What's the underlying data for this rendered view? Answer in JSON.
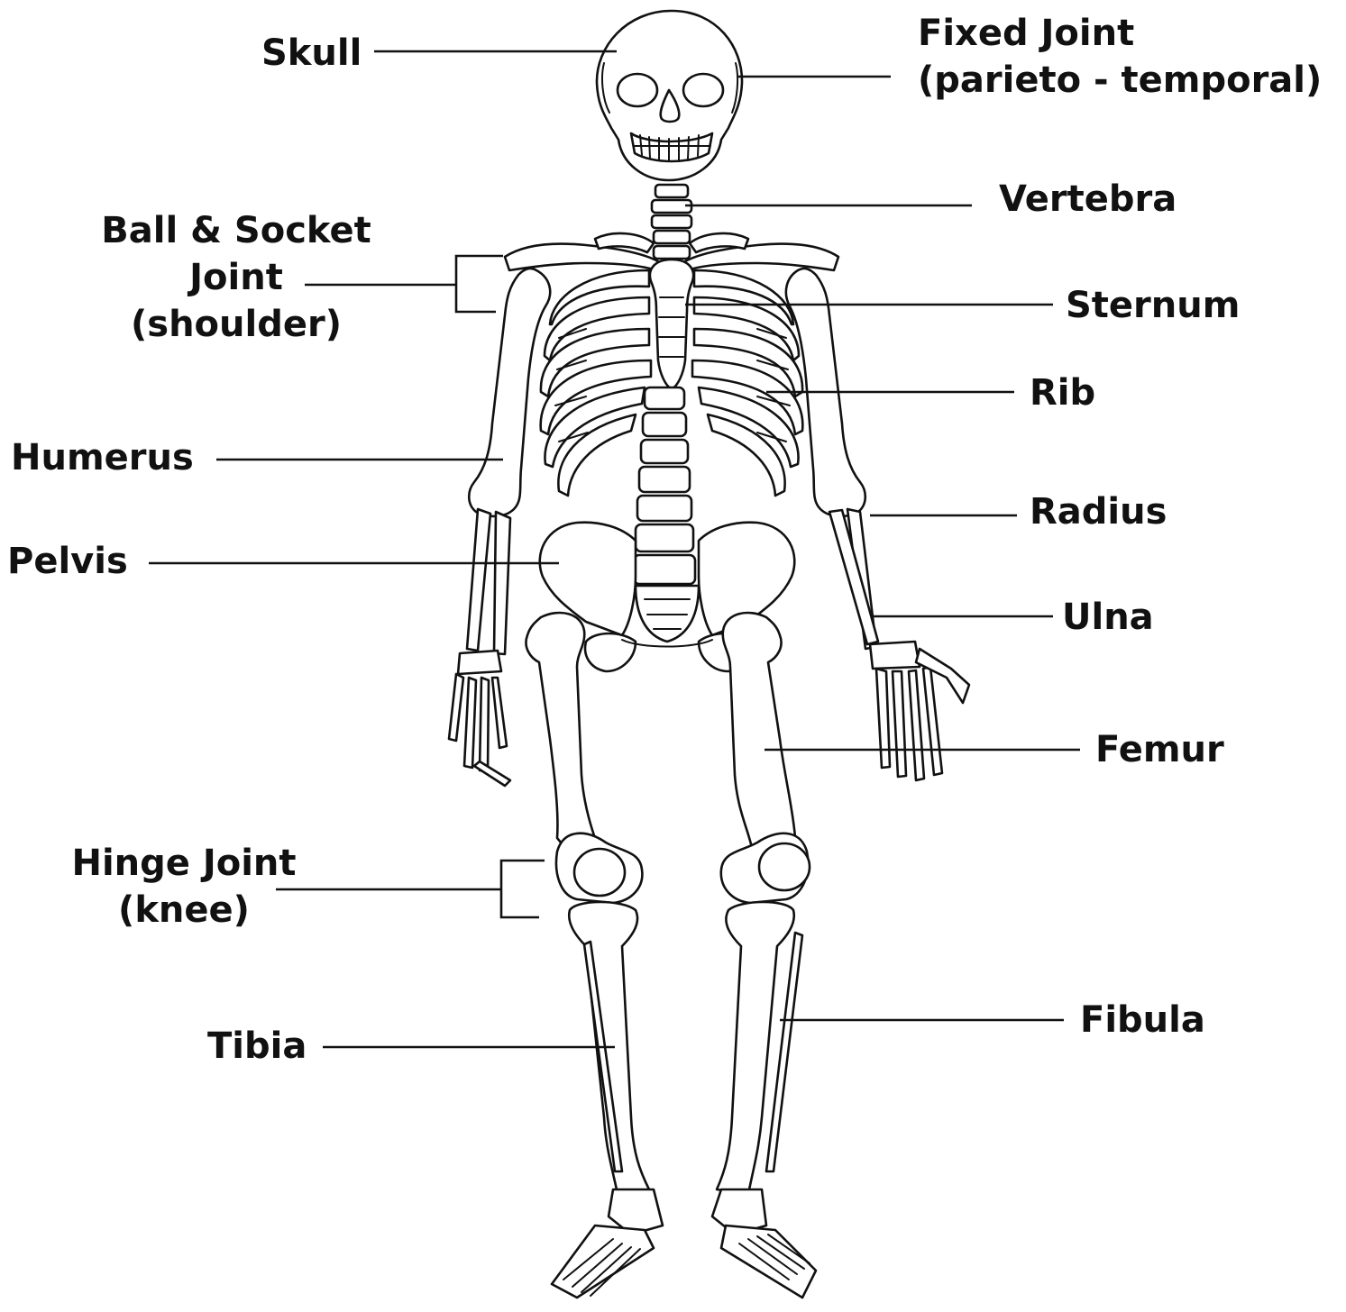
{
  "labels": {
    "skull": "Skull",
    "fixed_joint": [
      "Fixed Joint",
      "(parieto - temporal)"
    ],
    "vertebra": "Vertebra",
    "ball_socket": [
      "Ball & Socket",
      "Joint",
      "(shoulder)"
    ],
    "sternum": "Sternum",
    "rib": "Rib",
    "humerus": "Humerus",
    "radius": "Radius",
    "pelvis": "Pelvis",
    "ulna": "Ulna",
    "femur": "Femur",
    "hinge_joint": [
      "Hinge Joint",
      "(knee)"
    ],
    "tibia": "Tibia",
    "fibula": "Fibula"
  },
  "colors": {
    "ink": "#111111",
    "background": "#ffffff"
  }
}
